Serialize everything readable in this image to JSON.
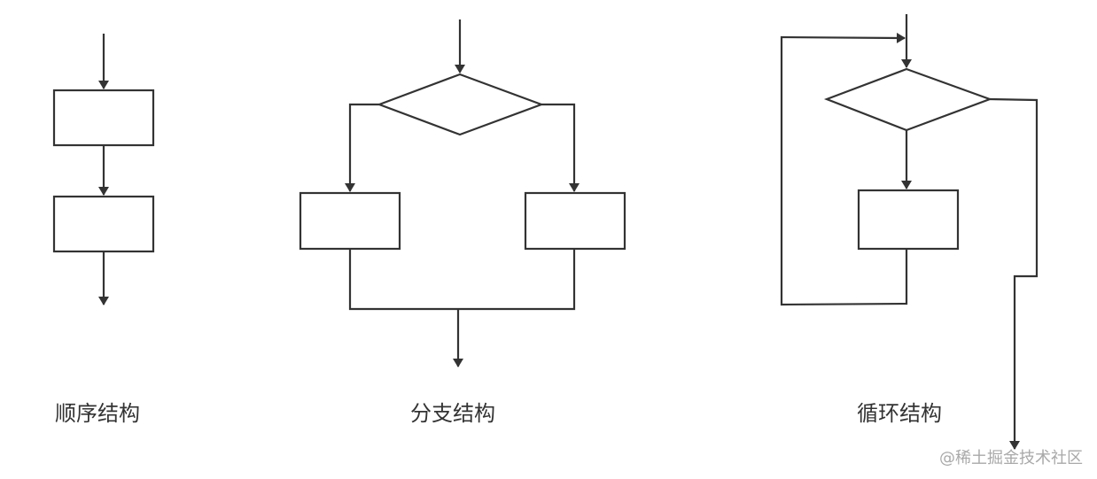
{
  "captions": {
    "sequence": "顺序结构",
    "branch": "分支结构",
    "loop": "循环结构"
  },
  "watermark": "@稀土掘金技术社区",
  "colors": {
    "line": "#333333",
    "background": "#ffffff",
    "watermark": "#a9a9a9"
  }
}
